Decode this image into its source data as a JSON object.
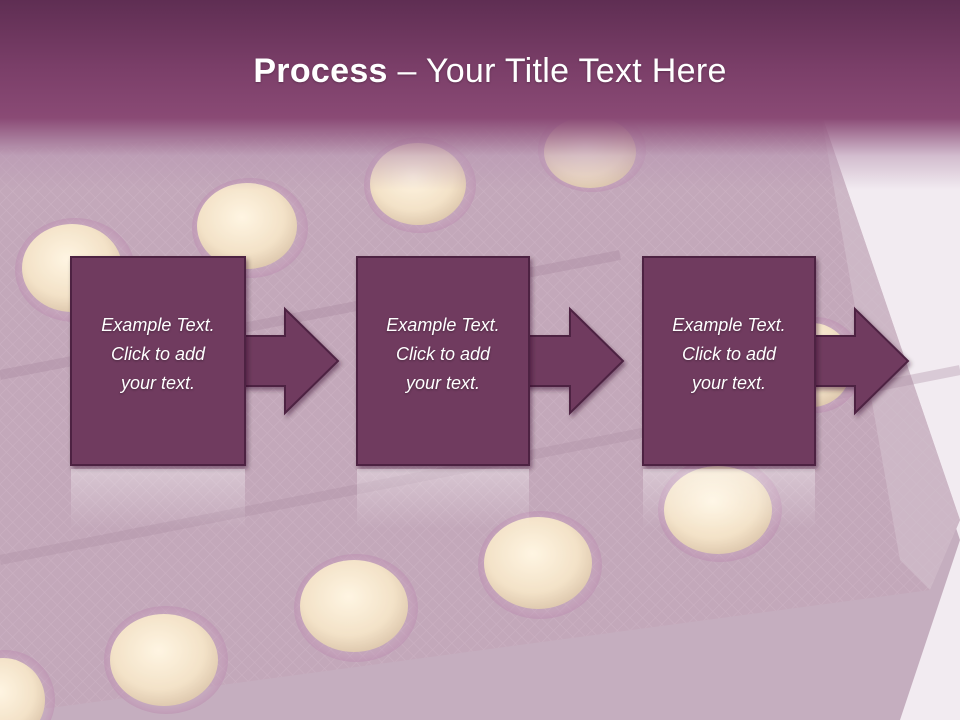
{
  "title": {
    "bold": "Process",
    "rest": " – Your Title Text Here"
  },
  "steps": [
    {
      "lines": [
        "Example Text.",
        "Click  to add",
        "your text."
      ]
    },
    {
      "lines": [
        "Example Text.",
        "Click  to add",
        "your text."
      ]
    },
    {
      "lines": [
        "Example Text.",
        "Click  to add",
        "your text."
      ]
    }
  ],
  "colors": {
    "box_fill": "#6f3a5f",
    "box_border": "#4e2443",
    "title_band": "#7a3e68",
    "pill": "#f4e2c4"
  },
  "background": {
    "description_icon": "pill-blister-pack-photo"
  }
}
